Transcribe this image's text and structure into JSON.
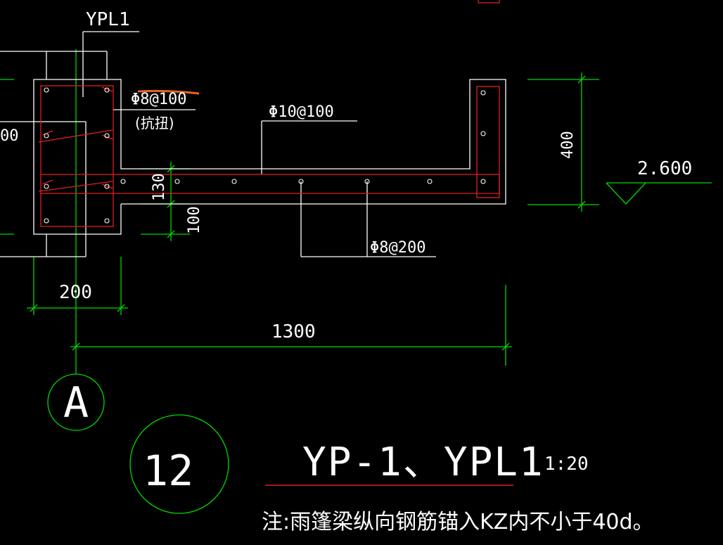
{
  "labels": {
    "beam_name": "YPL1",
    "stirrup_torsion": "Φ8@100",
    "stirrup_torsion_note": "(抗扭)",
    "top_bar": "Φ10@100",
    "bottom_bar": "Φ8@200",
    "dim_height_right": "400",
    "level_mark": "2.600",
    "dim_130": "130",
    "dim_100": "100",
    "dim_200": "200",
    "dim_1300": "1300",
    "left_cut_dim": "00",
    "axis_label": "A",
    "detail_number": "12",
    "title": "YP-1、YPL1",
    "scale": "1:20",
    "note": "注:雨篷梁纵向钢筋锚入KZ内不小于40d。"
  },
  "colors": {
    "background": "#000000",
    "linework": "#ffffff",
    "dimension": "#00d800",
    "rebar": "#e02020",
    "markup": "#e8641e"
  }
}
